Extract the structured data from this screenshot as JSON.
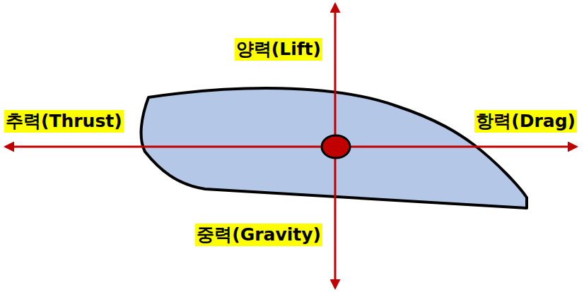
{
  "diagram": {
    "labels": [
      "양력(Lift)",
      "추력(Thrust)",
      "항력(Drag)",
      "중력(Gravity)"
    ]
  }
}
